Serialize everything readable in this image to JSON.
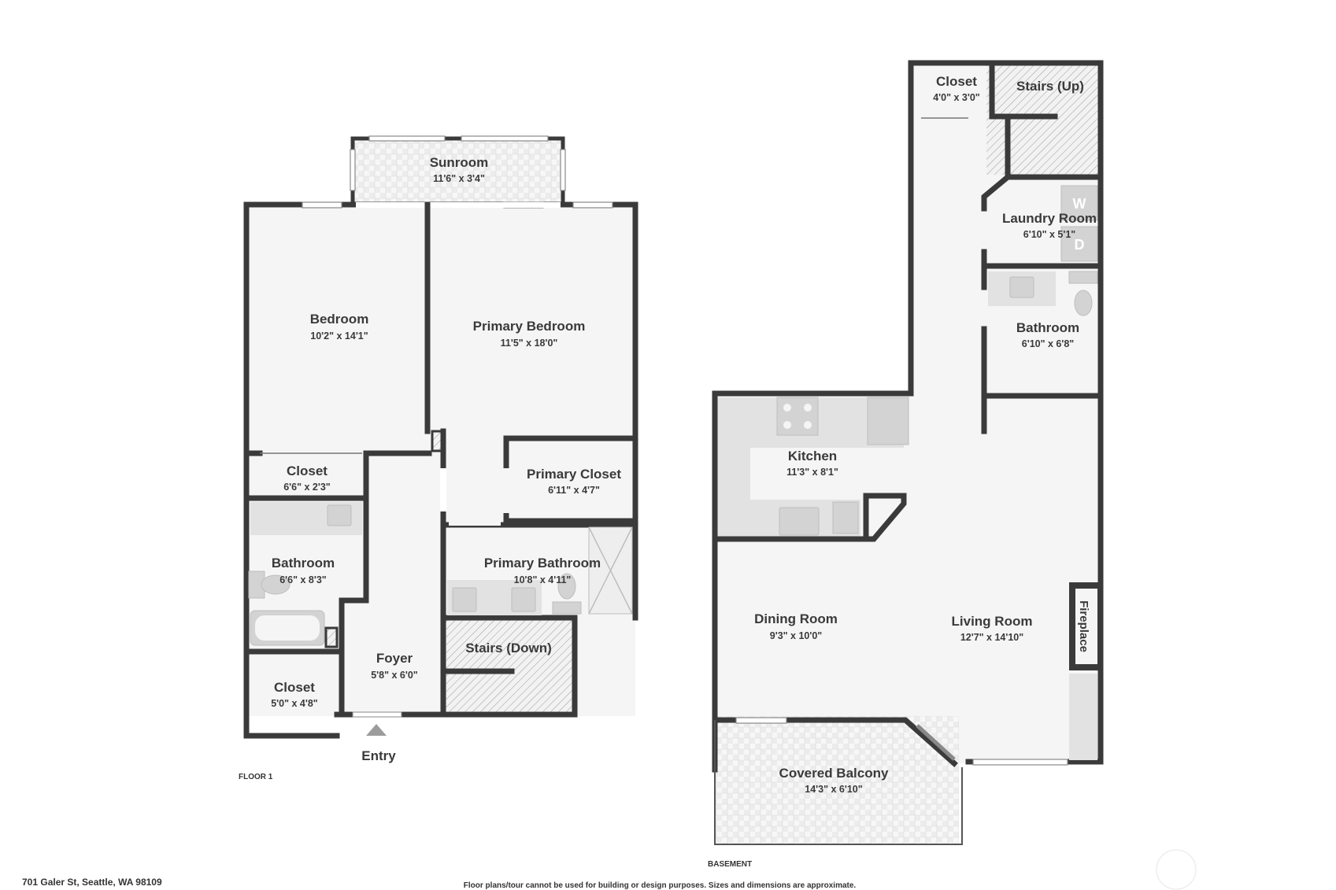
{
  "floors": [
    {
      "id": "floor1",
      "label": "FLOOR 1",
      "rooms": [
        {
          "key": "sunroom",
          "name": "Sunroom",
          "dims": "11'6\" x 3'4\""
        },
        {
          "key": "bedroom",
          "name": "Bedroom",
          "dims": "10'2\" x 14'1\""
        },
        {
          "key": "primary-bedroom",
          "name": "Primary Bedroom",
          "dims": "11'5\" x 18'0\""
        },
        {
          "key": "closet-a",
          "name": "Closet",
          "dims": "6'6\" x 2'3\""
        },
        {
          "key": "primary-closet",
          "name": "Primary Closet",
          "dims": "6'11\" x 4'7\""
        },
        {
          "key": "bathroom",
          "name": "Bathroom",
          "dims": "6'6\" x 8'3\""
        },
        {
          "key": "primary-bathroom",
          "name": "Primary Bathroom",
          "dims": "10'8\" x 4'11\""
        },
        {
          "key": "stairs-down",
          "name": "Stairs (Down)",
          "dims": ""
        },
        {
          "key": "foyer",
          "name": "Foyer",
          "dims": "5'8\" x 6'0\""
        },
        {
          "key": "closet-b",
          "name": "Closet",
          "dims": "5'0\" x 4'8\""
        }
      ],
      "entry_label": "Entry"
    },
    {
      "id": "basement",
      "label": "BASEMENT",
      "rooms": [
        {
          "key": "closet-c",
          "name": "Closet",
          "dims": "4'0\" x 3'0\""
        },
        {
          "key": "stairs-up",
          "name": "Stairs (Up)",
          "dims": ""
        },
        {
          "key": "laundry-room",
          "name": "Laundry Room",
          "dims": "6'10\" x 5'1\""
        },
        {
          "key": "bathroom-b",
          "name": "Bathroom",
          "dims": "6'10\" x 6'8\""
        },
        {
          "key": "kitchen",
          "name": "Kitchen",
          "dims": "11'3\" x 8'1\""
        },
        {
          "key": "dining-room",
          "name": "Dining Room",
          "dims": "9'3\" x 10'0\""
        },
        {
          "key": "living-room",
          "name": "Living Room",
          "dims": "12'7\" x 14'10\""
        },
        {
          "key": "covered-balcony",
          "name": "Covered Balcony",
          "dims": "14'3\" x 6'10\""
        }
      ],
      "fixtures": {
        "washer": "W",
        "dryer": "D",
        "fireplace": "Fireplace"
      }
    }
  ],
  "address": "701 Galer St, Seattle, WA 98109",
  "disclaimer": "Floor plans/tour cannot be used for building or design purposes. Sizes and dimensions are approximate.",
  "colors": {
    "wall": "#3a3a3a",
    "floor": "#f5f5f5",
    "fixture": "#d3d3d3"
  }
}
